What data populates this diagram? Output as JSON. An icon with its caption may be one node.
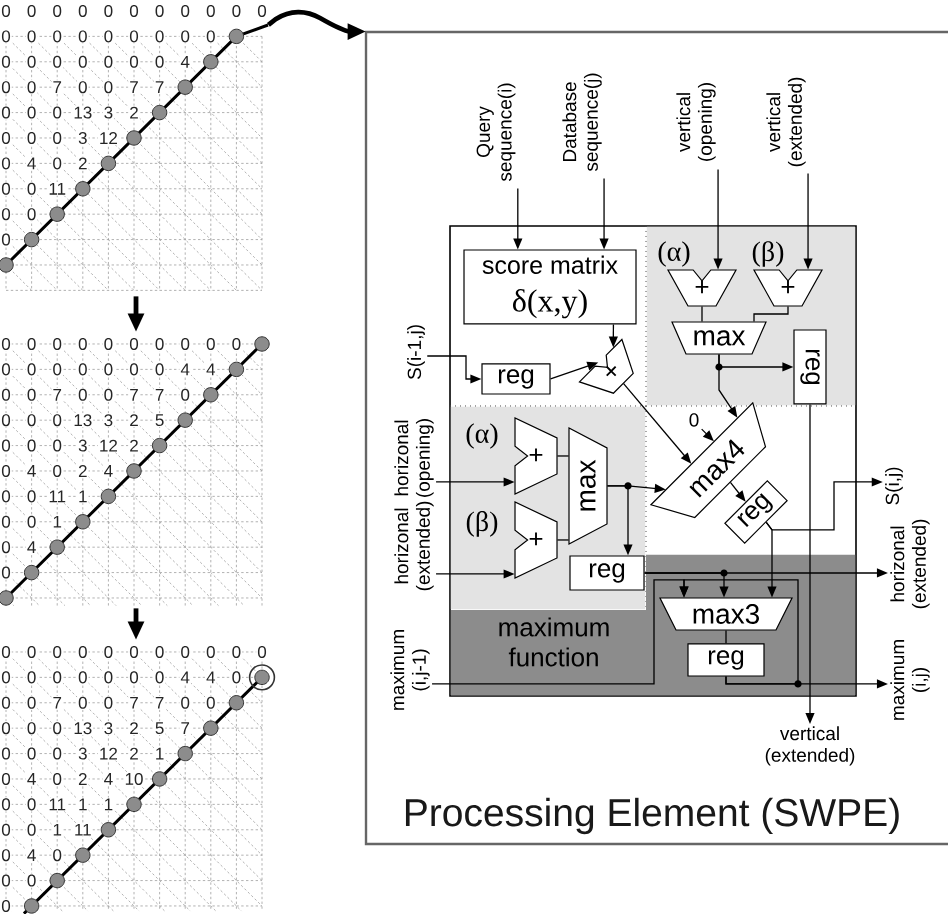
{
  "diagram": {
    "nodes": [
      {
        "text": [
          "0",
          "0",
          "0",
          "0",
          "0",
          "0",
          "0",
          "0",
          "0",
          "0",
          "0",
          "0",
          "0",
          "0",
          "0",
          "0",
          "0",
          "0",
          "0",
          "0",
          "0",
          "0",
          "0",
          "0",
          "0",
          "0",
          "0",
          "4",
          "0",
          "0",
          "7",
          "0",
          "0",
          "7",
          "7",
          "0",
          "0",
          "0",
          "13",
          "3",
          "2",
          "0",
          "0",
          "0",
          "3",
          "12",
          "0",
          "4",
          "0",
          "2",
          "0",
          "0",
          "11",
          "0",
          "0",
          "0"
        ]
      },
      {
        "text": [
          "0",
          "0",
          "0",
          "0",
          "0",
          "0",
          "0",
          "0",
          "0",
          "0",
          "0",
          "0",
          "0",
          "0",
          "0",
          "0",
          "0",
          "4",
          "4",
          "0",
          "0",
          "7",
          "0",
          "0",
          "7",
          "7",
          "0",
          "0",
          "0",
          "0",
          "13",
          "3",
          "2",
          "5",
          "0",
          "0",
          "0",
          "3",
          "12",
          "2",
          "0",
          "4",
          "0",
          "2",
          "4",
          "0",
          "0",
          "11",
          "1",
          "0",
          "0",
          "1",
          "0",
          "4",
          "0"
        ]
      },
      {
        "text": [
          "0",
          "0",
          "0",
          "0",
          "0",
          "0",
          "0",
          "0",
          "0",
          "0",
          "0",
          "0",
          "0",
          "0",
          "0",
          "0",
          "0",
          "0",
          "4",
          "4",
          "0",
          "0",
          "0",
          "7",
          "0",
          "0",
          "7",
          "7",
          "0",
          "0",
          "0",
          "0",
          "0",
          "13",
          "3",
          "2",
          "5",
          "7",
          "0",
          "0",
          "0",
          "3",
          "12",
          "2",
          "1",
          "0",
          "4",
          "0",
          "2",
          "4",
          "10",
          "0",
          "0",
          "11",
          "1",
          "1",
          "0",
          "0",
          "1",
          "11",
          "0",
          "4",
          "0",
          "0",
          "0",
          "0"
        ]
      },
      {
        "text": [
          "Processing Element (SWPE)"
        ]
      },
      {
        "text": [
          "Query sequence(i)"
        ],
        "in": 3
      },
      {
        "text": [
          "Database sequence(j)"
        ],
        "in": 3
      },
      {
        "text": [
          "vertical (opening)"
        ],
        "in": 3
      },
      {
        "text": [
          "vertical (extended)"
        ],
        "in": 3
      },
      {
        "text": [],
        "shape": "box",
        "in": 3
      },
      {
        "text": [
          "score matrix",
          "δ(x,y)"
        ],
        "in": 3
      },
      {
        "text": [
          "+"
        ],
        "beside": [
          "(α)"
        ],
        "in": 8
      },
      {
        "text": [
          "+"
        ],
        "beside": [
          "(β)"
        ],
        "in": 8
      },
      {
        "text": [
          "max"
        ],
        "in": 8
      },
      {
        "text": [
          "reg"
        ],
        "in": 8
      },
      {
        "text": [
          "S(i-1,j)"
        ],
        "in": 3
      },
      {
        "text": [
          "reg"
        ],
        "in": 3
      },
      {
        "text": [
          "+"
        ],
        "in": 3
      },
      {
        "text": [],
        "shape": "box",
        "in": 3
      },
      {
        "text": [
          "horizonal (opening)"
        ],
        "in": 3
      },
      {
        "text": [
          "+"
        ],
        "beside": [
          "(α)"
        ],
        "in": 17
      },
      {
        "text": [
          "+"
        ],
        "beside": [
          "(β)"
        ],
        "in": 17
      },
      {
        "text": [
          "max"
        ],
        "in": 17
      },
      {
        "text": [
          "reg"
        ],
        "in": 17
      },
      {
        "text": [
          "0"
        ],
        "in": 3
      },
      {
        "text": [
          "max4"
        ],
        "in": 3
      },
      {
        "text": [
          "reg"
        ],
        "in": 3
      },
      {
        "text": [
          "S(i,j)"
        ],
        "in": 3
      },
      {
        "text": [
          "horizonal (extended)"
        ],
        "in": 3
      },
      {
        "text": [
          "horizonal (extended)"
        ],
        "in": 3
      },
      {
        "text": [
          "maximum function"
        ],
        "in": 3
      },
      {
        "text": [
          "max3"
        ],
        "in": 29
      },
      {
        "text": [
          "reg"
        ],
        "in": 29
      },
      {
        "text": [
          "maximum (i,j-1)"
        ],
        "in": 3
      },
      {
        "text": [
          "maximum (i,j)"
        ],
        "in": 3
      },
      {
        "text": [
          "vertical (extended)"
        ],
        "in": 3
      }
    ],
    "edges": [
      {
        "from": 0,
        "to": 3,
        "arrow": "to",
        "style": "thick"
      },
      {
        "from": 0,
        "to": 1,
        "arrow": "to",
        "style": "thick"
      },
      {
        "from": 1,
        "to": 2,
        "arrow": "to",
        "style": "thick"
      },
      {
        "from": 4,
        "to": 9,
        "arrow": "to"
      },
      {
        "from": 5,
        "to": 9,
        "arrow": "to"
      },
      {
        "from": 6,
        "to": 10,
        "arrow": "to"
      },
      {
        "from": 7,
        "to": 11,
        "arrow": "to"
      },
      {
        "from": 10,
        "to": 12,
        "arrow": "none"
      },
      {
        "from": 11,
        "to": 12,
        "arrow": "none"
      },
      {
        "from": 14,
        "to": 15,
        "arrow": "to"
      },
      {
        "from": 15,
        "to": 16,
        "arrow": "to"
      },
      {
        "from": 9,
        "to": 16,
        "arrow": "to"
      },
      {
        "from": 12,
        "to": 13,
        "arrow": "to"
      },
      {
        "from": 12,
        "to": 24,
        "arrow": "to"
      },
      {
        "from": 16,
        "to": 24,
        "arrow": "to"
      },
      {
        "from": 23,
        "to": 24,
        "arrow": "to"
      },
      {
        "from": 18,
        "to": 19,
        "arrow": "to"
      },
      {
        "from": 27,
        "to": 20,
        "arrow": "to"
      },
      {
        "from": 19,
        "to": 21,
        "arrow": "none"
      },
      {
        "from": 20,
        "to": 21,
        "arrow": "none"
      },
      {
        "from": 21,
        "to": 24,
        "arrow": "to"
      },
      {
        "from": 21,
        "to": 22,
        "arrow": "to"
      },
      {
        "from": 24,
        "to": 25,
        "arrow": "to"
      },
      {
        "from": 25,
        "to": 26,
        "arrow": "to"
      },
      {
        "from": 22,
        "to": 28,
        "arrow": "to"
      },
      {
        "from": 25,
        "to": 30,
        "arrow": "to"
      },
      {
        "from": 31,
        "to": 30,
        "arrow": "to"
      },
      {
        "from": 13,
        "to": 34,
        "arrow": "to"
      },
      {
        "from": 30,
        "to": 31,
        "arrow": "none"
      },
      {
        "from": 31,
        "to": 33,
        "arrow": "to"
      },
      {
        "from": 32,
        "to": 30,
        "arrow": "to"
      },
      {
        "from": 22,
        "to": 30,
        "arrow": "to"
      }
    ]
  }
}
